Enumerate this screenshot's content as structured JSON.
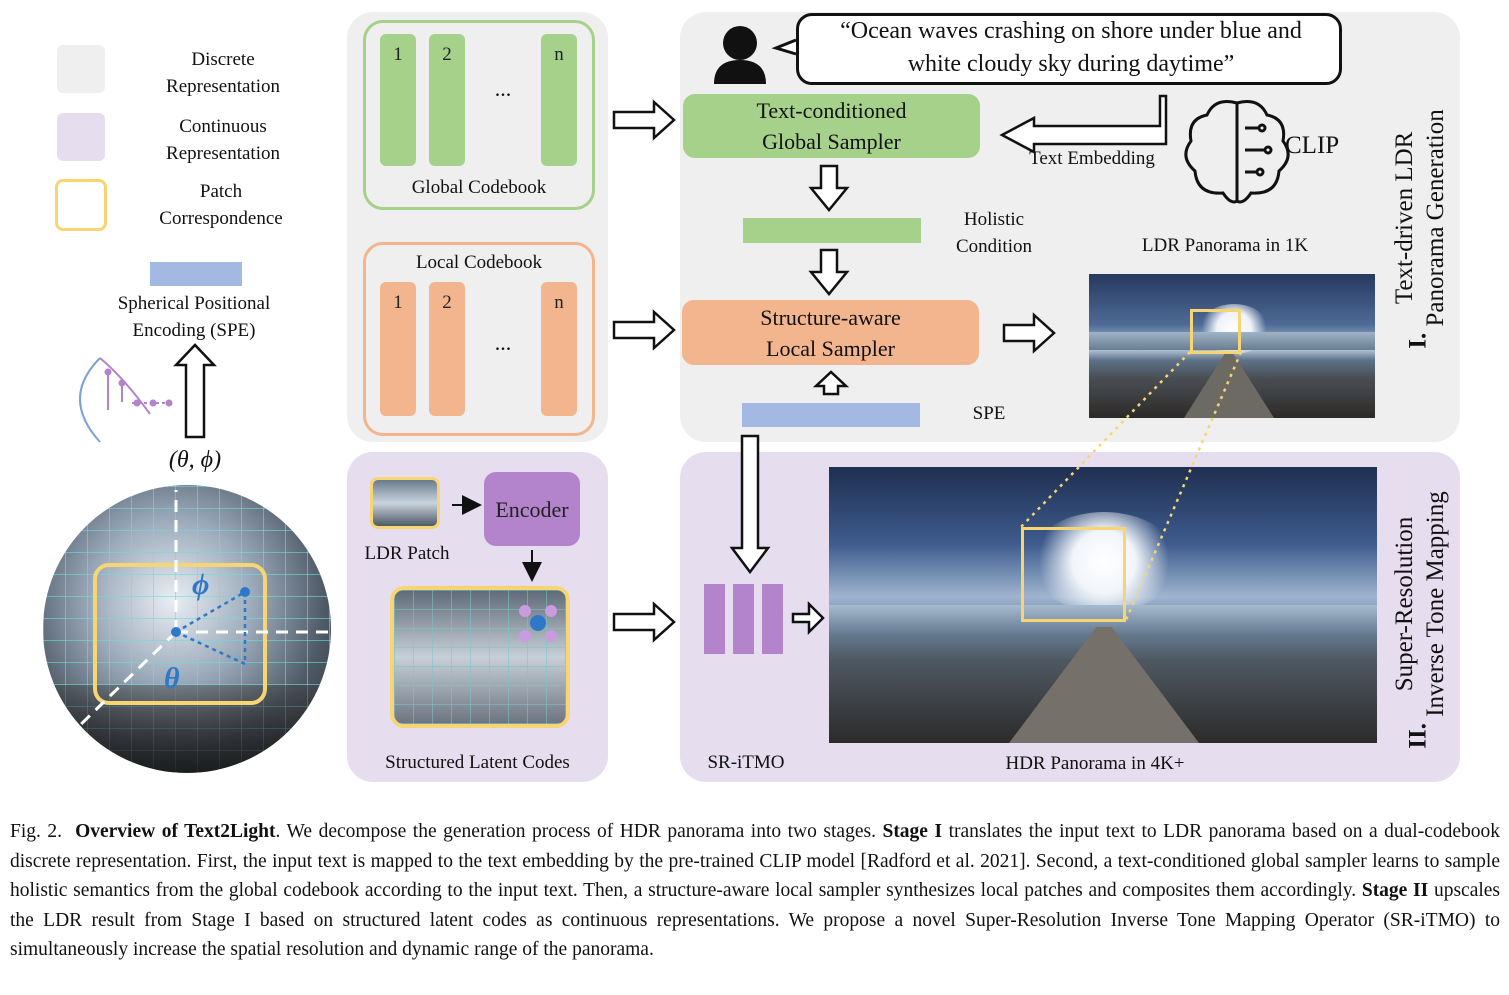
{
  "legend": {
    "discrete": "Discrete\nRepresentation",
    "continuous": "Continuous\nRepresentation",
    "patch": "Patch\nCorrespondence",
    "spe": "Spherical Positional\nEncoding (SPE)",
    "coords": "(θ, ϕ)",
    "phi": "ϕ",
    "theta": "θ"
  },
  "global_codebook": {
    "title": "Global Codebook",
    "items": [
      "1",
      "2",
      "n"
    ],
    "ellipsis": "..."
  },
  "local_codebook": {
    "title": "Local Codebook",
    "items": [
      "1",
      "2",
      "n"
    ],
    "ellipsis": "..."
  },
  "stage1": {
    "prompt": "“Ocean waves crashing on shore under blue and white cloudy sky during daytime”",
    "global_sampler": "Text-conditioned\nGlobal Sampler",
    "local_sampler": "Structure-aware\nLocal Sampler",
    "text_embedding": "Text Embedding",
    "clip": "CLIP",
    "holistic": "Holistic\nCondition",
    "spe": "SPE",
    "ldr_title": "LDR Panorama in 1K",
    "label_num": "I.",
    "label": "Text-driven LDR\nPanorama Generation"
  },
  "stage2": {
    "ldr_patch": "LDR Patch",
    "encoder": "Encoder",
    "latent": "Structured Latent Codes",
    "sritmo": "SR-iTMO",
    "hdr_title": "HDR Panorama in 4K+",
    "label_num": "II.",
    "label": "Super-Resolution\nInverse Tone Mapping"
  },
  "caption": {
    "fig": "Fig. 2.",
    "title": "Overview of Text2Light",
    "p1": ". We decompose the generation process of HDR panorama into two stages. ",
    "stage1": "Stage I",
    "p2": " translates the input text to LDR panorama based on a dual-codebook discrete representation. First, the input text is mapped to the text embedding by the pre-trained CLIP model [Radford et al. 2021]. Second, a text-conditioned global sampler learns to sample holistic semantics from the global codebook according to the input text. Then, a structure-aware local sampler synthesizes local patches and composites them accordingly. ",
    "stage2": "Stage II",
    "p3": " upscales the LDR result from Stage I based on structured latent codes as continuous representations. We propose a novel Super-Resolution Inverse Tone Mapping Operator (SR-iTMO) to simultaneously increase the spatial resolution and dynamic range of the panorama."
  },
  "colors": {
    "green": "#a5d18b",
    "orange": "#f2b58d",
    "purple": "#b383cc",
    "blue": "#a3b8e3",
    "yellow": "#f7d573"
  }
}
